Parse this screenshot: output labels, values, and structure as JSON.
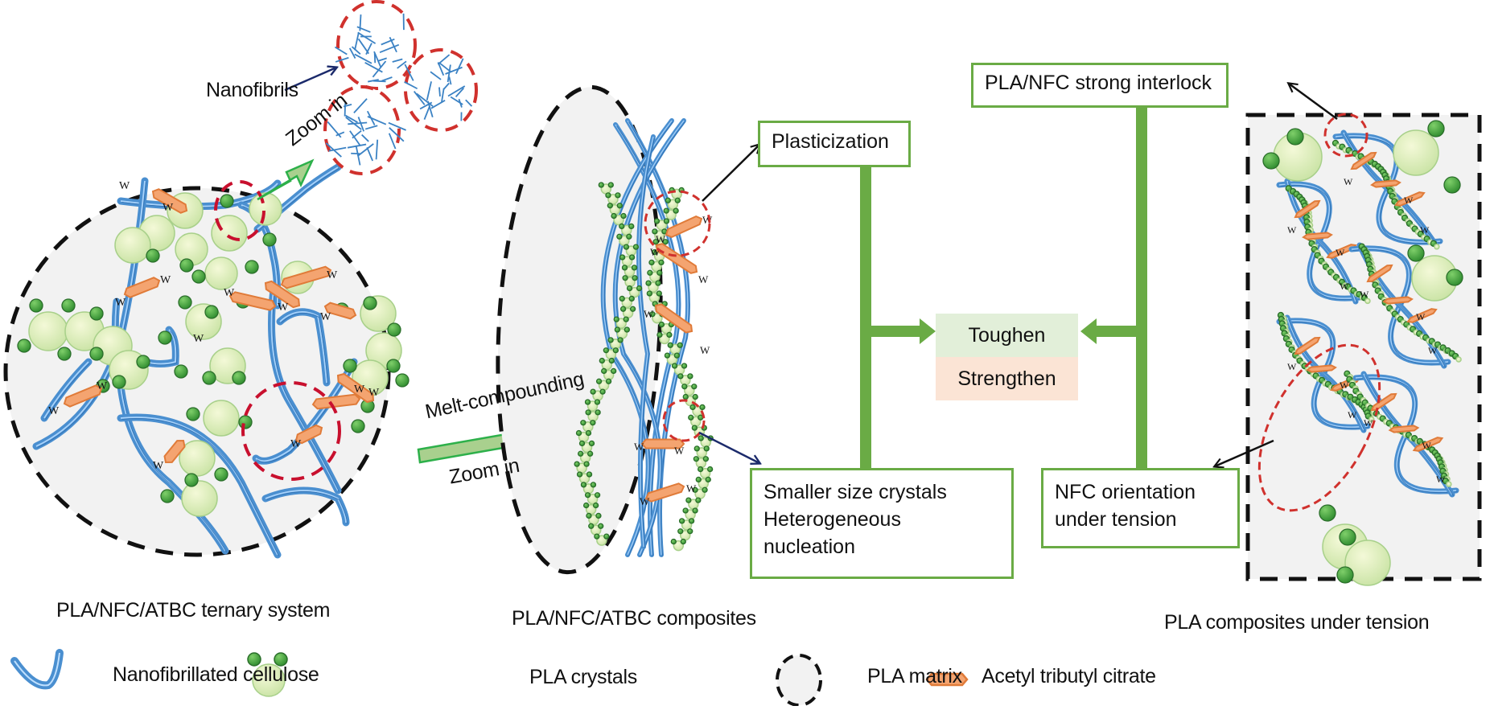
{
  "colors": {
    "fibril_blue": "#4a8fd0",
    "fibril_dark": "#2f6fb0",
    "crystal_light": "#d9ecb6",
    "crystal_dark": "#3f9b3a",
    "atbc_orange": "#f4a470",
    "atbc_border": "#e07b39",
    "matrix_fill": "#f2f2f2",
    "dashed_black": "#111111",
    "dashed_red": "#c8102e",
    "box_green": "#6aab45",
    "arrow_green_fill": "#a9d08e",
    "arrow_green_border": "#2db04a",
    "toughen_bg": "#e2efd9",
    "strengthen_bg": "#fbe4d5",
    "navy_arrow": "#1b2a6b"
  },
  "annotations": {
    "nanofibrils": "Nanofibrils",
    "zoom_in_top": "Zoom in",
    "melt_compounding": "Melt-compounding",
    "zoom_in_bottom": "Zoom in"
  },
  "panels": {
    "ternary": "PLA/NFC/ATBC ternary system",
    "composites": "PLA/NFC/ATBC composites",
    "tension": "PLA composites under tension"
  },
  "mechanism_boxes": {
    "plasticization": [
      "Plasticization"
    ],
    "interlock": [
      "PLA/NFC strong  interlock"
    ],
    "crystals": [
      "Smaller size crystals",
      "Heterogeneous",
      "nucleation"
    ],
    "orientation": [
      "NFC orientation",
      "under tension"
    ]
  },
  "result": {
    "toughen": "Toughen",
    "strengthen": "Strengthen"
  },
  "legend": [
    {
      "icon": "nanofibrillated-cellulose-icon",
      "label": "Nanofibrillated cellulose"
    },
    {
      "icon": "pla-crystal-icon",
      "label": "PLA crystals"
    },
    {
      "icon": "pla-matrix-icon",
      "label": "PLA matrix"
    },
    {
      "icon": "atbc-icon",
      "label": "Acetyl tributyl citrate"
    }
  ]
}
